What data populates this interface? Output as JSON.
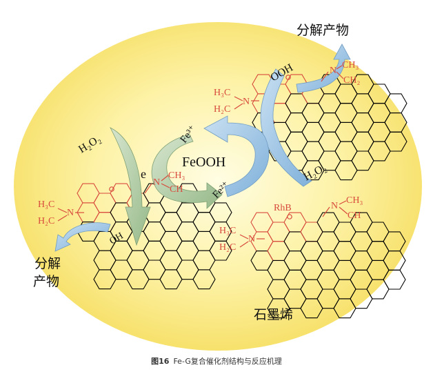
{
  "labels": {
    "products_top": "分解产物",
    "products_left_line1": "分解",
    "products_left_line2": "产物",
    "graphene": "石墨烯",
    "h2o2_left": "H₂O₂",
    "h2o2_right": "H₂O₂",
    "feooh": "FeOOH",
    "fe3": "Fe³⁺",
    "fe2": "Fe²⁺",
    "electron": "e",
    "ooh_radical": "OOH",
    "oh_radical": "OH",
    "rhb": "RhB"
  },
  "dimethylamino": {
    "left_group": "H₃C",
    "left_group_lower": "H₂C",
    "n_atom": "N",
    "right_group": "CH₃",
    "right_group_lower": "CH₂",
    "right_group_lower_short": "CH"
  },
  "caption": {
    "figure_number": "图16",
    "text": "Fe-G复合催化剂结构与反应机理"
  },
  "colors": {
    "ellipse_center": "#fffde3",
    "ellipse_edge": "#f6df64",
    "arrow_blue": "#9cc3e3",
    "arrow_green": "#b9d2b0",
    "molecule_red": "#d84a3c",
    "graphene_black": "#000000"
  }
}
